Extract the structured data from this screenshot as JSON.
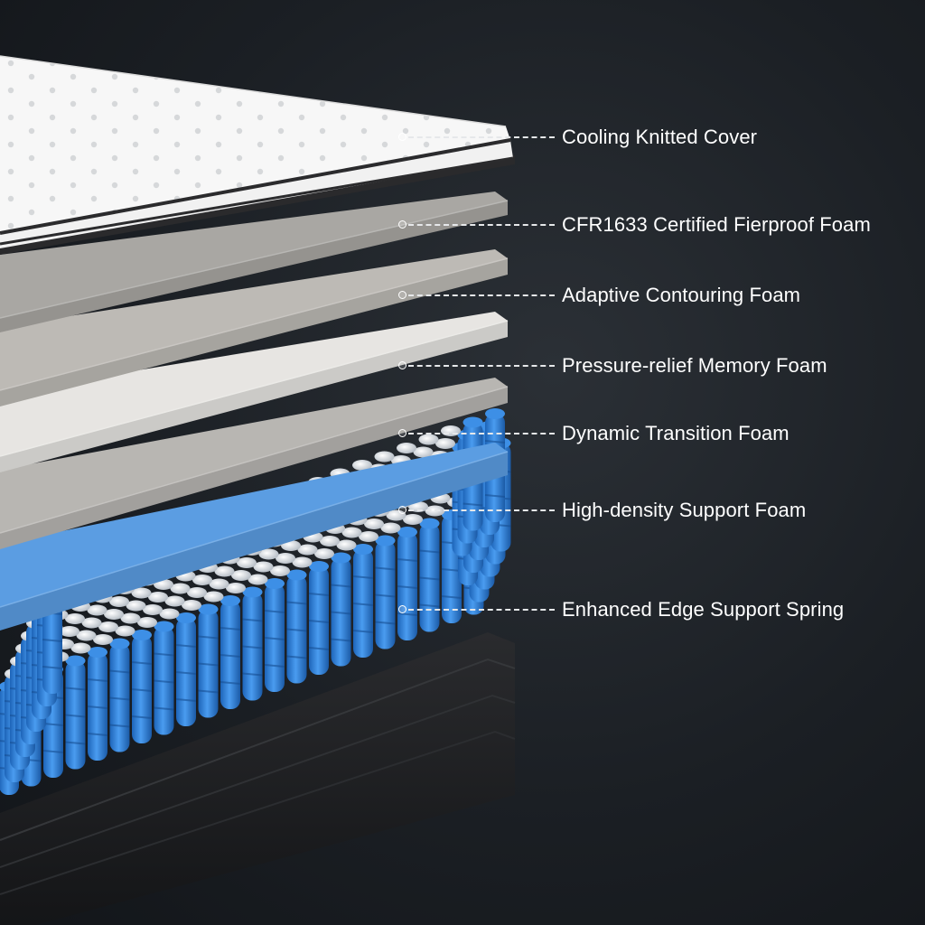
{
  "layers": [
    {
      "label": "Cooling Knitted Cover",
      "icon": "knitted-cover-layer",
      "color": "#f4f4f4"
    },
    {
      "label": "CFR1633 Certified Fierproof Foam",
      "icon": "fireproof-foam-layer",
      "color": "#a9a7a3"
    },
    {
      "label": "Adaptive Contouring Foam",
      "icon": "contouring-foam-layer",
      "color": "#bdbab5"
    },
    {
      "label": "Pressure-relief Memory Foam",
      "icon": "memory-foam-layer",
      "color": "#e7e5e2"
    },
    {
      "label": "Dynamic Transition Foam",
      "icon": "transition-foam-layer",
      "color": "#b8b6b2"
    },
    {
      "label": "High-density Support Foam",
      "icon": "support-foam-layer",
      "color": "#5b9de2"
    },
    {
      "label": "Enhanced Edge Support Spring",
      "icon": "pocket-spring-layer",
      "color": "#2f80d6"
    }
  ],
  "colors": {
    "background": "#1b1f24",
    "base": "#1e1f21",
    "label_text": "#ffffff",
    "spring_blue": "#2f80d6",
    "spring_white": "#e8ebee"
  }
}
